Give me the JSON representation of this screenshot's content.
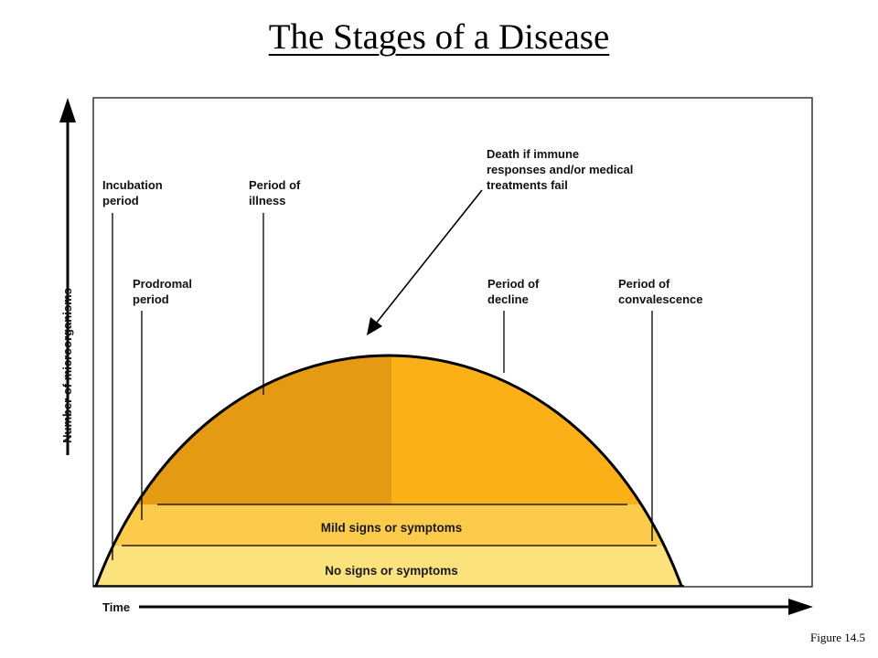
{
  "title": "The Stages of a Disease",
  "figure_label": "Figure 14.5",
  "axes": {
    "y_label": "Number of microorganisms",
    "x_label": "Time"
  },
  "stage_labels": {
    "incubation": [
      "Incubation",
      "period"
    ],
    "prodromal": [
      "Prodromal",
      "period"
    ],
    "illness": [
      "Period of",
      "illness"
    ],
    "decline": [
      "Period of",
      "decline"
    ],
    "convalescence": [
      "Period of",
      "convalescence"
    ]
  },
  "death_note": [
    "Death if immune",
    "responses and/or medical",
    "treatments fail"
  ],
  "bands": {
    "mild": "Mild signs or symptoms",
    "none": "No signs or symptoms"
  },
  "colors": {
    "illness_fill": "#E59A13",
    "decline_fill": "#FBB018",
    "mild_band": "#FCCB4C",
    "none_band": "#FCE27C",
    "outline": "#000000"
  }
}
